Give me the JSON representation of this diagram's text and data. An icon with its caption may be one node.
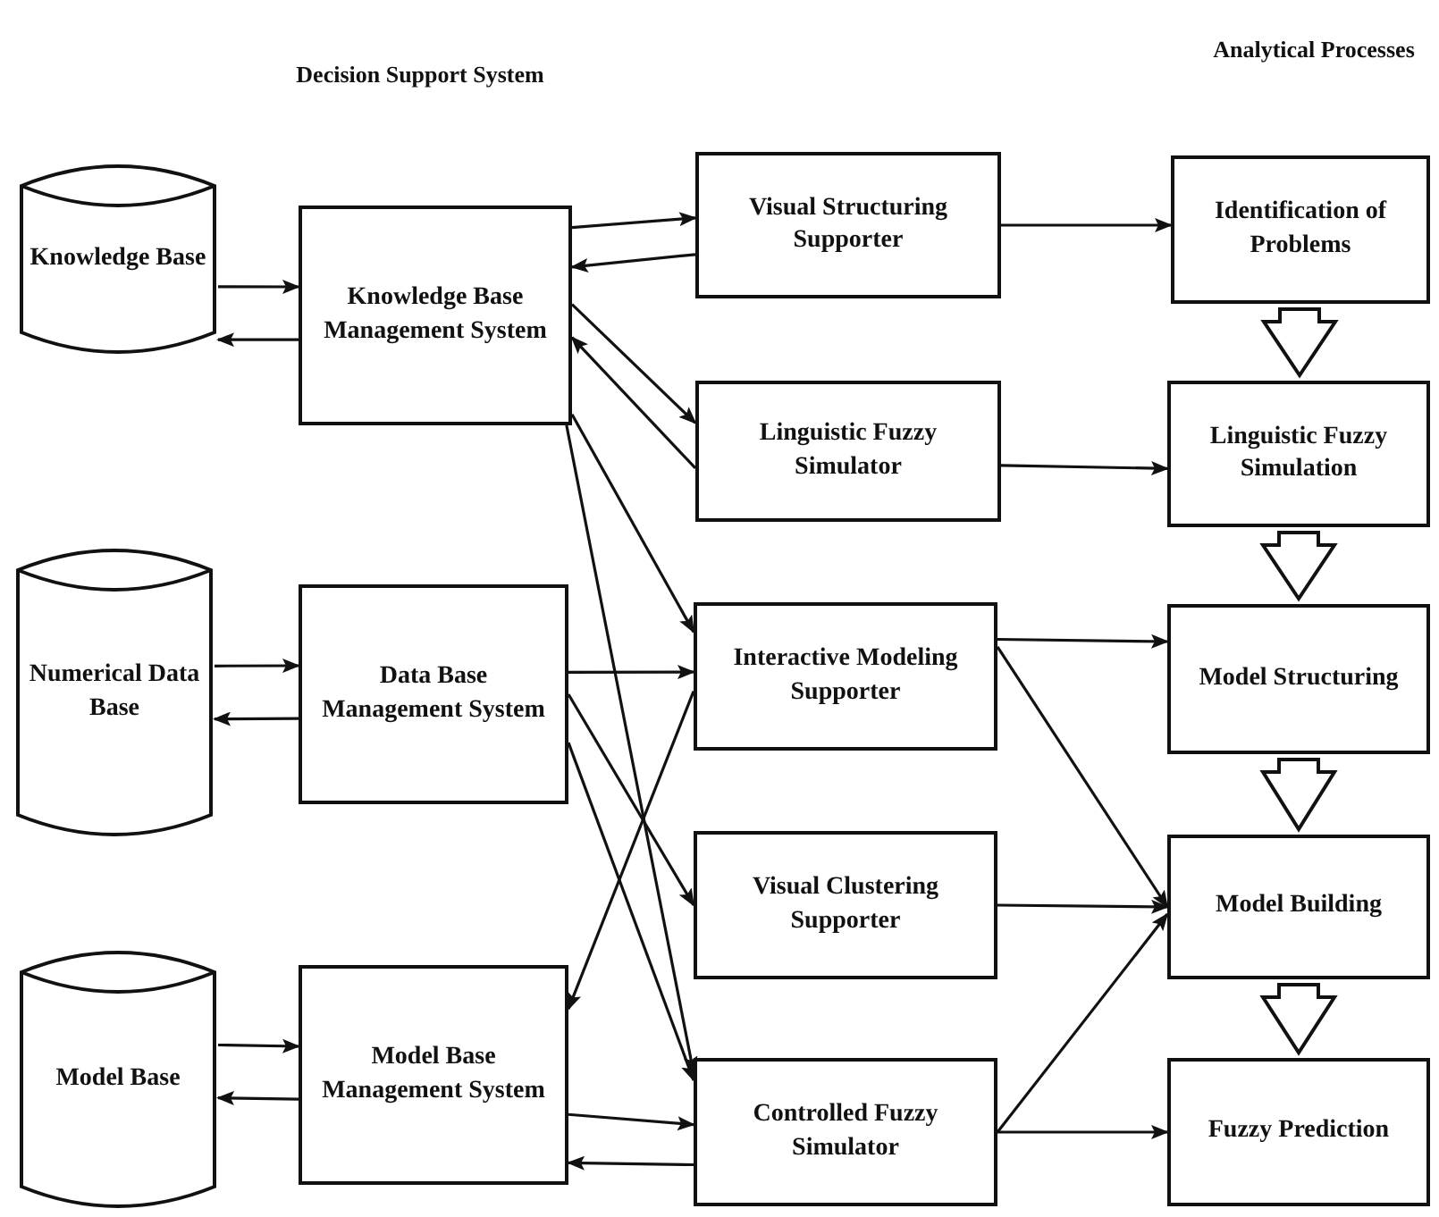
{
  "diagram": {
    "title": "Decision Support System",
    "nodes": [
      {
        "text": [
          "Knowledge Base"
        ]
      },
      {
        "text": [
          "Knowledge Base Management System"
        ]
      },
      {
        "text": [
          "Numerical Data Base"
        ]
      },
      {
        "text": [
          "Data Base Management System"
        ]
      },
      {
        "text": [
          "Model Base"
        ]
      },
      {
        "text": [
          "Model Base Management System"
        ]
      },
      {
        "text": [
          "Visual Structuring Supporter"
        ]
      },
      {
        "text": [
          "Linguistic Fuzzy Simulator"
        ]
      },
      {
        "text": [
          "Interactive Modeling Supporter"
        ]
      },
      {
        "text": [
          "Visual Clustering Supporter"
        ]
      },
      {
        "text": [
          "Controlled Fuzzy Simulator"
        ]
      },
      {
        "text": [
          "Identification of Problems"
        ]
      },
      {
        "text": [
          "Linguistic Fuzzy Simulation"
        ]
      },
      {
        "text": [
          "Model Structuring"
        ]
      },
      {
        "text": [
          "Model Building"
        ]
      },
      {
        "text": [
          "Fuzzy Prediction"
        ]
      }
    ],
    "edges": [
      {
        "from": 0,
        "to": 1,
        "arrow": "to"
      },
      {
        "from": 1,
        "to": 0,
        "arrow": "to"
      },
      {
        "from": 1,
        "to": 6,
        "arrow": "to"
      },
      {
        "from": 6,
        "to": 1,
        "arrow": "to"
      },
      {
        "from": 1,
        "to": 7,
        "arrow": "to"
      },
      {
        "from": 7,
        "to": 1,
        "arrow": "to"
      },
      {
        "from": 1,
        "to": 8,
        "arrow": "to"
      },
      {
        "from": 1,
        "to": 10,
        "arrow": "to"
      },
      {
        "from": 2,
        "to": 3,
        "arrow": "to"
      },
      {
        "from": 3,
        "to": 2,
        "arrow": "to"
      },
      {
        "from": 3,
        "to": 8,
        "arrow": "to"
      },
      {
        "from": 3,
        "to": 9,
        "arrow": "to"
      },
      {
        "from": 3,
        "to": 10,
        "arrow": "to"
      },
      {
        "from": 8,
        "to": 5,
        "arrow": "to"
      },
      {
        "from": 4,
        "to": 5,
        "arrow": "to"
      },
      {
        "from": 5,
        "to": 4,
        "arrow": "to"
      },
      {
        "from": 5,
        "to": 10,
        "arrow": "to"
      },
      {
        "from": 10,
        "to": 5,
        "arrow": "to"
      },
      {
        "from": 6,
        "to": 11,
        "arrow": "to"
      },
      {
        "from": 7,
        "to": 12,
        "arrow": "to"
      },
      {
        "from": 8,
        "to": 13,
        "arrow": "to"
      },
      {
        "from": 8,
        "to": 14,
        "arrow": "to"
      },
      {
        "from": 9,
        "to": 14,
        "arrow": "to"
      },
      {
        "from": 10,
        "to": 14,
        "arrow": "to"
      },
      {
        "from": 10,
        "to": 15,
        "arrow": "to"
      },
      {
        "from": 11,
        "to": 12,
        "arrow": "to",
        "style": "thick"
      },
      {
        "from": 12,
        "to": 13,
        "arrow": "to",
        "style": "thick"
      },
      {
        "from": 13,
        "to": 14,
        "arrow": "to",
        "style": "thick"
      },
      {
        "from": 14,
        "to": 15,
        "arrow": "to",
        "style": "thick"
      }
    ],
    "labels": [
      "Analytical Processes"
    ]
  }
}
